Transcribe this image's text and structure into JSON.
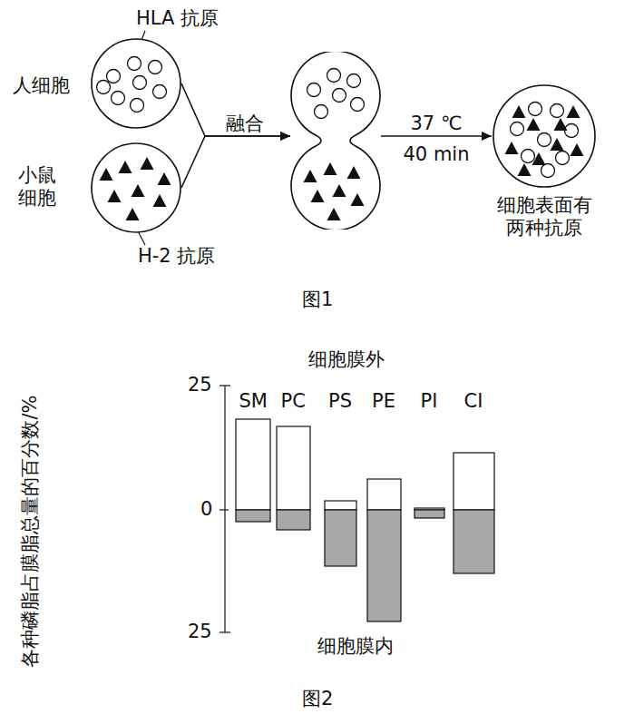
{
  "diagram": {
    "nodes": [
      {
        "text": [
          "人细胞"
        ]
      },
      {
        "text": [
          "小鼠细胞"
        ]
      },
      {
        "text": []
      },
      {
        "text": [
          "细胞表面有两种抗原"
        ]
      }
    ],
    "edges": [
      {
        "from": 0,
        "to": 2,
        "arrow": "to",
        "label": "融合"
      },
      {
        "from": 1,
        "to": 2,
        "arrow": "to"
      },
      {
        "from": 2,
        "to": 3,
        "arrow": "to",
        "label": "37 ℃"
      }
    ],
    "labels": [
      "HLA 抗原",
      "H-2 抗原",
      "40 min",
      "图1",
      "细胞膜外",
      "SM",
      "PC",
      "PS",
      "PE",
      "PI",
      "CI",
      "25",
      "0",
      "25",
      "细胞膜内",
      "各种磷脂占膜脂总量的百分数/%",
      "图2"
    ]
  }
}
